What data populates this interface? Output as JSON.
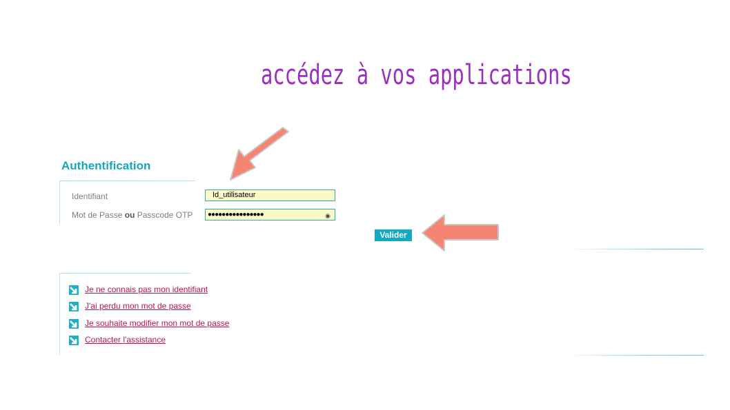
{
  "heading": "accédez à vos applications",
  "auth": {
    "title": "Authentification",
    "username_label": "Identifiant",
    "password_label_part1": "Mot de Passe",
    "password_label_bold": "ou",
    "password_label_part2": "Passcode OTP",
    "username_value": "Id_utilisateur",
    "password_value": "●●●●●●●●●●●●●●●●",
    "submit_label": "Valider"
  },
  "links": [
    {
      "label": "Je ne connais pas mon identifiant"
    },
    {
      "label": "J'ai perdu mon mot de passe"
    },
    {
      "label": "Je souhaite modifier mon mot de passe"
    },
    {
      "label": "Contacter l'assistance"
    }
  ],
  "icons": {
    "link_icon": "arrow-down-right-icon",
    "eye_icon": "eye-icon",
    "annotation_arrow": "pointer-arrow-icon"
  },
  "colors": {
    "heading": "#9b2fc0",
    "title": "#16a6bd",
    "button": "#14a9c2",
    "link": "#c0144c",
    "input_bg": "#fbf9c8",
    "annotation_arrow": "#f58472"
  }
}
